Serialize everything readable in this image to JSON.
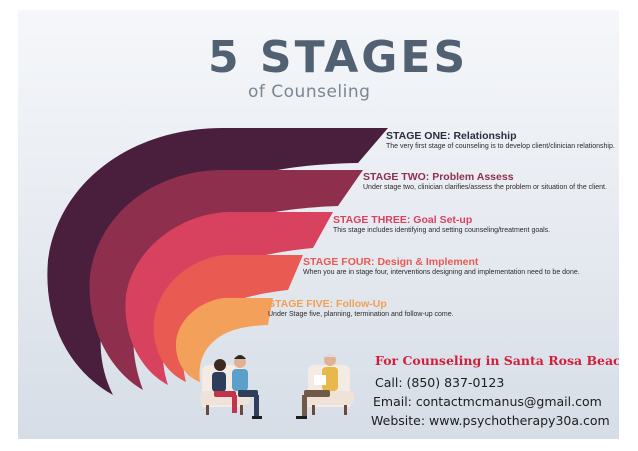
{
  "title": "5 STAGES",
  "subtitle": "of Counseling",
  "stages": [
    {
      "heading": "STAGE ONE: Relationship",
      "text": "The very first stage of counseling is to develop client/clinician relationship.",
      "color": "#4a1f3d"
    },
    {
      "heading": "STAGE TWO: Problem Assess",
      "text": "Under stage two, clinician clarifies/assess the problem or situation of the client.",
      "color": "#8e2f4d"
    },
    {
      "heading": "STAGE THREE: Goal Set-up",
      "text": "This stage includes identifying and setting counseling/treatment goals.",
      "color": "#d8425f"
    },
    {
      "heading": "STAGE FOUR: Design & Implement",
      "text": "When you are in stage four, interventions designing and implementation need to be done.",
      "color": "#e85a52"
    },
    {
      "heading": "STAGE FIVE: Follow-Up",
      "text": "Under Stage five, planning, termination and follow-up come.",
      "color": "#f3a05a"
    }
  ],
  "cta": "For Counseling in Santa Rosa Beach",
  "contact": {
    "call": "Call: (850) 837-0123",
    "email": "Email: contactmcmanus@gmail.com",
    "website": "Website: www.psychotherapy30a.com"
  }
}
